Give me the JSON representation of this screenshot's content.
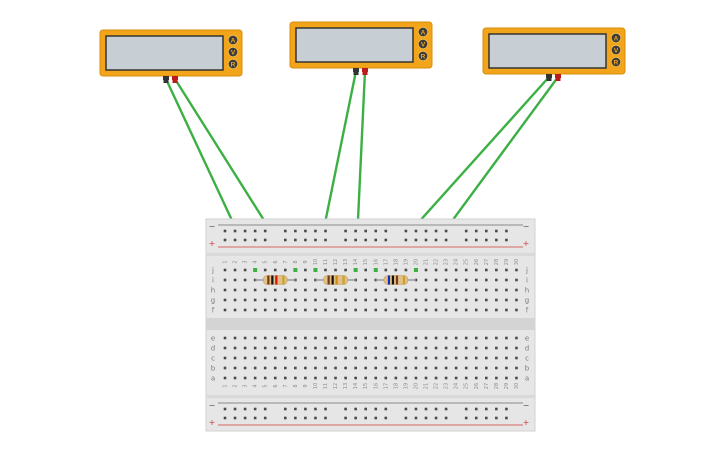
{
  "multimeters": [
    {
      "id": "m1",
      "display": "",
      "modes": [
        "A",
        "V",
        "R"
      ]
    },
    {
      "id": "m2",
      "display": "",
      "modes": [
        "A",
        "V",
        "R"
      ]
    },
    {
      "id": "m3",
      "display": "",
      "modes": [
        "A",
        "V",
        "R"
      ]
    }
  ],
  "breadboard": {
    "columns": 30,
    "top_rows": [
      "j",
      "i",
      "h",
      "g",
      "f"
    ],
    "bottom_rows": [
      "e",
      "d",
      "c",
      "b",
      "a"
    ],
    "column_labels": [
      "1",
      "2",
      "3",
      "4",
      "5",
      "6",
      "7",
      "8",
      "9",
      "10",
      "11",
      "12",
      "13",
      "14",
      "15",
      "16",
      "17",
      "18",
      "19",
      "20",
      "21",
      "22",
      "23",
      "24",
      "25",
      "26",
      "27",
      "28",
      "29",
      "30"
    ],
    "rail_minus": "−",
    "rail_plus": "+"
  },
  "resistors": [
    {
      "id": "r1",
      "bands": [
        "#7a3b10",
        "#111111",
        "#d01010",
        "#c9a227"
      ]
    },
    {
      "id": "r2",
      "bands": [
        "#7a3b10",
        "#111111",
        "#d08a10",
        "#c9a227"
      ]
    },
    {
      "id": "r3",
      "bands": [
        "#1030c0",
        "#111111",
        "#7a3b10",
        "#c9a227"
      ]
    }
  ],
  "colors": {
    "meter_body": "#f2a51a",
    "meter_screen": "#c8cfd4",
    "wire": "#3cb044",
    "rail_red": "#d33b3b",
    "board": "#e6e6e6"
  }
}
